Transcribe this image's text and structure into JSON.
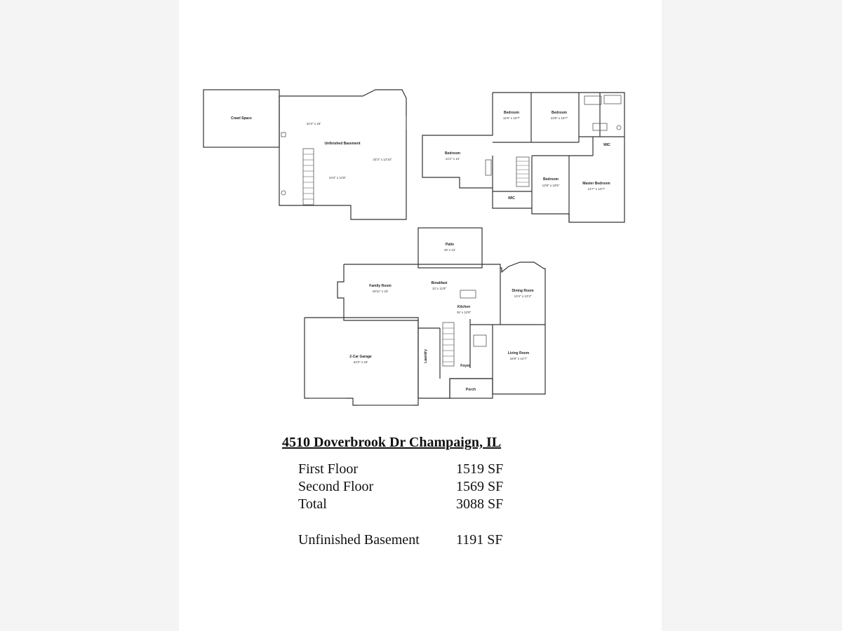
{
  "address": "4510 Doverbrook Dr Champaign, IL",
  "areas": [
    {
      "label": "First Floor",
      "value": "1519 SF"
    },
    {
      "label": "Second Floor",
      "value": "1569 SF"
    },
    {
      "label": "Total",
      "value": "3088 SF"
    }
  ],
  "basement_area": {
    "label": "Unfinished Basement",
    "value": "1191 SF"
  },
  "basement_plan": {
    "crawl_space": "Crawl Space",
    "unfinished_basement": "Unfinished Basement",
    "dim_top": "22'4\" x 19'",
    "dim_right": "23'3\" x 12'10\"",
    "dim_bottom": "24'2\" x 11'8\""
  },
  "second_floor_plan": {
    "bedroom_1": {
      "name": "Bedroom",
      "dims": "11'9\" x 10'7\""
    },
    "bedroom_2": {
      "name": "Bedroom",
      "dims": "13'8\" x 10'7\""
    },
    "bedroom_3": {
      "name": "Bedroom",
      "dims": "14'1\" x 12'"
    },
    "bedroom_4": {
      "name": "Bedroom",
      "dims": "13'8\" x 10'6\""
    },
    "master_bedroom": {
      "name": "Master Bedroom",
      "dims": "14'7\" x 14'7\""
    },
    "wic_1": "WIC",
    "wic_2": "WIC"
  },
  "first_floor_plan": {
    "patio": {
      "name": "Patio",
      "dims": "18' x 12'"
    },
    "family_room": {
      "name": "Family Room",
      "dims": "19'11\" x 15'"
    },
    "breakfast": {
      "name": "Breakfast",
      "dims": "13' x 11'8\""
    },
    "kitchen": {
      "name": "Kitchen",
      "dims": "15' x 12'8\""
    },
    "dining_room": {
      "name": "Dining Room",
      "dims": "13'4\" x 12'3\""
    },
    "garage": {
      "name": "2-Car Garage",
      "dims": "22'2\" x 23'"
    },
    "living_room": {
      "name": "Living Room",
      "dims": "16'8\" x 14'7\""
    },
    "laundry": "Laundry",
    "foyer": "Foyer",
    "porch": "Porch"
  }
}
